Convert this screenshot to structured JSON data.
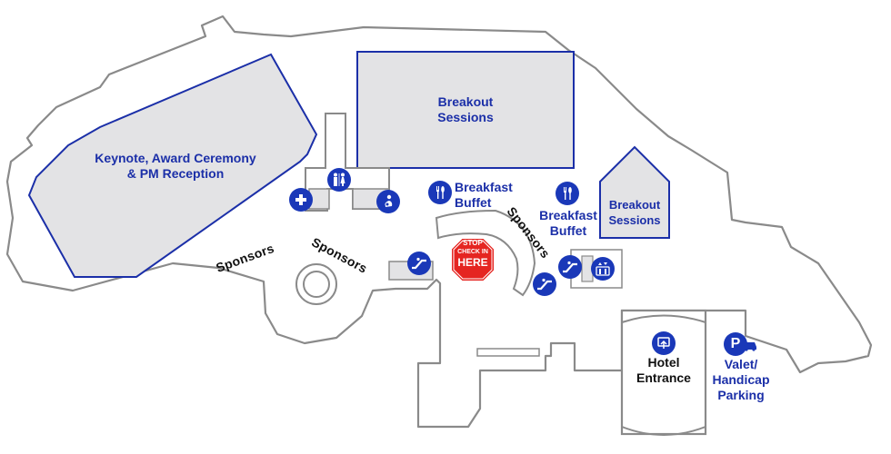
{
  "colors": {
    "wall": "#8a8a8a",
    "room_fill": "#e3e3e5",
    "accent_blue": "#1b2fa8",
    "icon_blue": "#1a38b8",
    "stop_red": "#e52521"
  },
  "rooms": {
    "keynote": {
      "line1": "Keynote, Award Ceremony",
      "line2": "& PM Reception"
    },
    "breakout_main": {
      "line1": "Breakout",
      "line2": "Sessions"
    },
    "breakout_small": {
      "line1": "Breakout",
      "line2": "Sessions"
    }
  },
  "buffets": [
    {
      "line1": "Breakfast",
      "line2": "Buffet"
    },
    {
      "line1": "Breakfast",
      "line2": "Buffet"
    }
  ],
  "sponsors": [
    "Sponsors",
    "Sponsors",
    "Sponsors"
  ],
  "checkin": {
    "line1": "STOP",
    "line2": "CHECK IN",
    "line3": "HERE"
  },
  "hotel_entrance": {
    "line1": "Hotel",
    "line2": "Entrance"
  },
  "valet": {
    "line1": "Valet/",
    "line2": "Handicap",
    "line3": "Parking"
  },
  "icons": [
    "restroom-icon",
    "first-aid-icon",
    "nursing-room-icon",
    "dining-icon",
    "dining-icon",
    "escalator-icon",
    "escalator-icon",
    "escalator-icon",
    "elevator-icon",
    "entrance-icon",
    "parking-icon"
  ]
}
